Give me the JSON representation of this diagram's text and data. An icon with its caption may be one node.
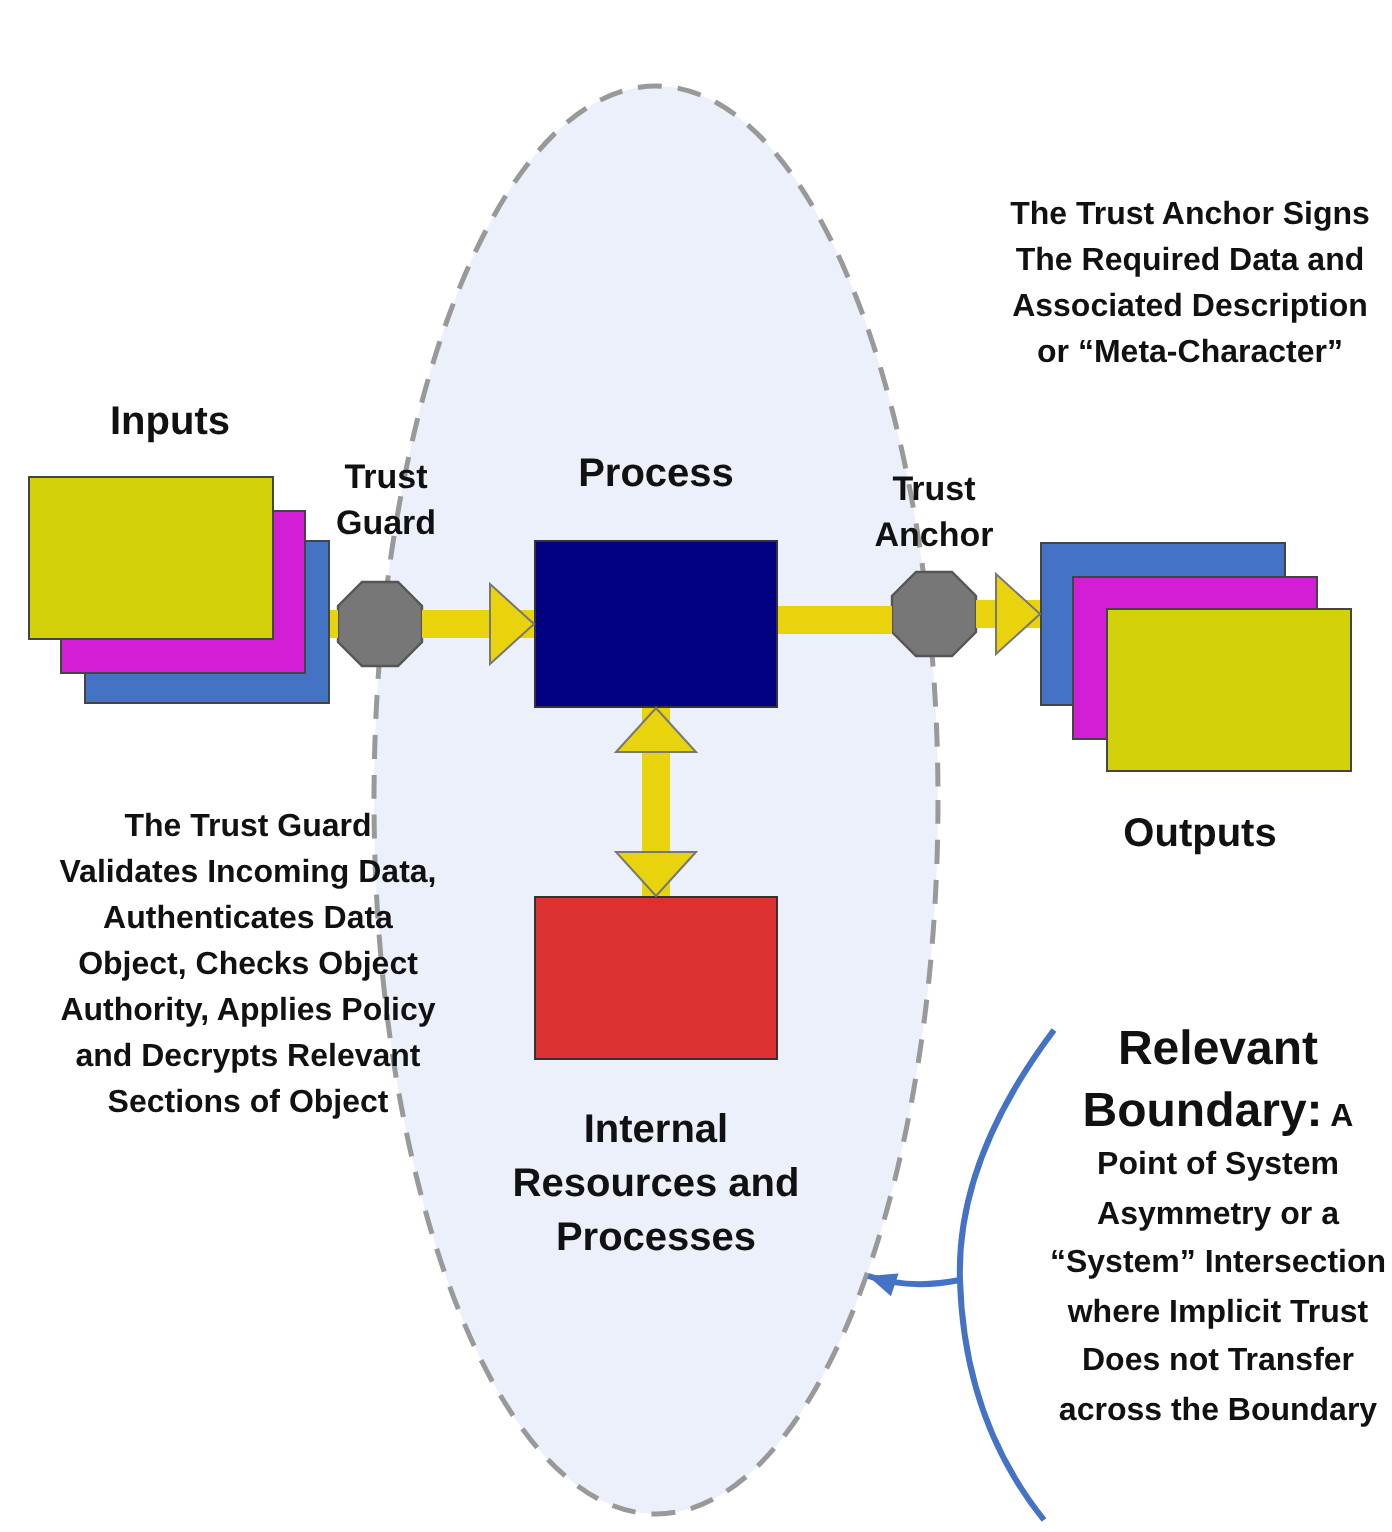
{
  "diagram": {
    "nodes": [
      {
        "text": [],
        "shape": "ellipse"
      },
      {
        "text": [
          "Inputs"
        ]
      },
      {
        "text": [
          "Trust Guard"
        ]
      },
      {
        "text": [
          "Process"
        ],
        "in": 0
      },
      {
        "text": [
          "Trust Anchor"
        ]
      },
      {
        "text": [
          "Outputs"
        ]
      },
      {
        "text": [
          "Internal Resources and Processes"
        ],
        "in": 0
      },
      {
        "text": [
          "Relevant Boundary:",
          "A Point of System Asymmetry or a “System” Intersection where Implicit Trust Does not Transfer across the Boundary"
        ]
      }
    ],
    "edges": [
      {
        "from": 1,
        "to": 2,
        "arrow": "none"
      },
      {
        "from": 2,
        "to": 3,
        "arrow": "to"
      },
      {
        "from": 3,
        "to": 4,
        "arrow": "none"
      },
      {
        "from": 4,
        "to": 5,
        "arrow": "to"
      },
      {
        "from": 3,
        "to": 6,
        "arrow": "both"
      },
      {
        "from": 7,
        "to": 0,
        "arrow": "to",
        "color": "#4472c4"
      }
    ],
    "labels": [
      "The Trust Anchor Signs The Required Data and Associated Description or “Meta-Character”",
      "The Trust Guard Validates Incoming Data, Authenticates Data Object, Checks Object Authority, Applies Policy and Decrypts Relevant Sections of Object"
    ]
  }
}
